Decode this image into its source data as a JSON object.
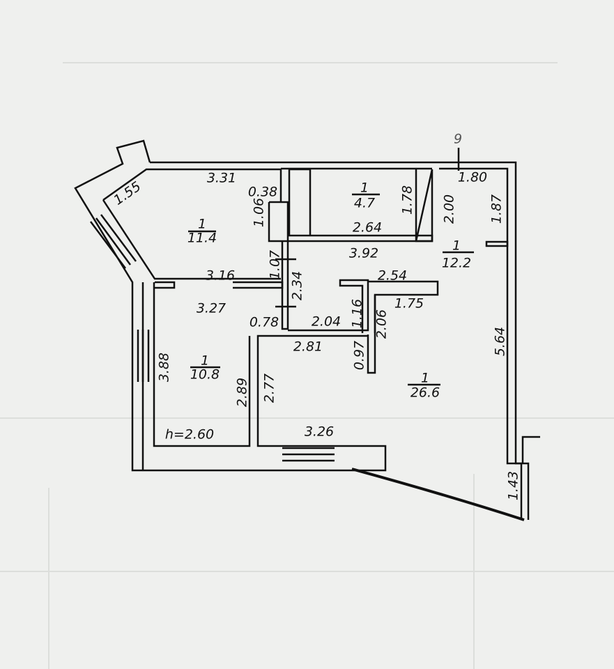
{
  "plan": {
    "axis_label": "9",
    "ceiling_height": "h=2.60",
    "rooms": [
      {
        "number": "1",
        "area": "11.4"
      },
      {
        "number": "1",
        "area": "4.7"
      },
      {
        "number": "1",
        "area": "12.2"
      },
      {
        "number": "1",
        "area": "10.8"
      },
      {
        "number": "1",
        "area": "26.6"
      }
    ],
    "dimensions": [
      "3.31",
      "1.55",
      "0.38",
      "1.06",
      "3.16",
      "1.07",
      "2.34",
      "3.27",
      "0.78",
      "2.04",
      "1.16",
      "2.06",
      "2.54",
      "1.75",
      "2.81",
      "0.97",
      "3.88",
      "2.89",
      "2.77",
      "5.64",
      "3.26",
      "1.43",
      "1.78",
      "2.64",
      "3.92",
      "2.00",
      "1.80",
      "1.87"
    ]
  }
}
